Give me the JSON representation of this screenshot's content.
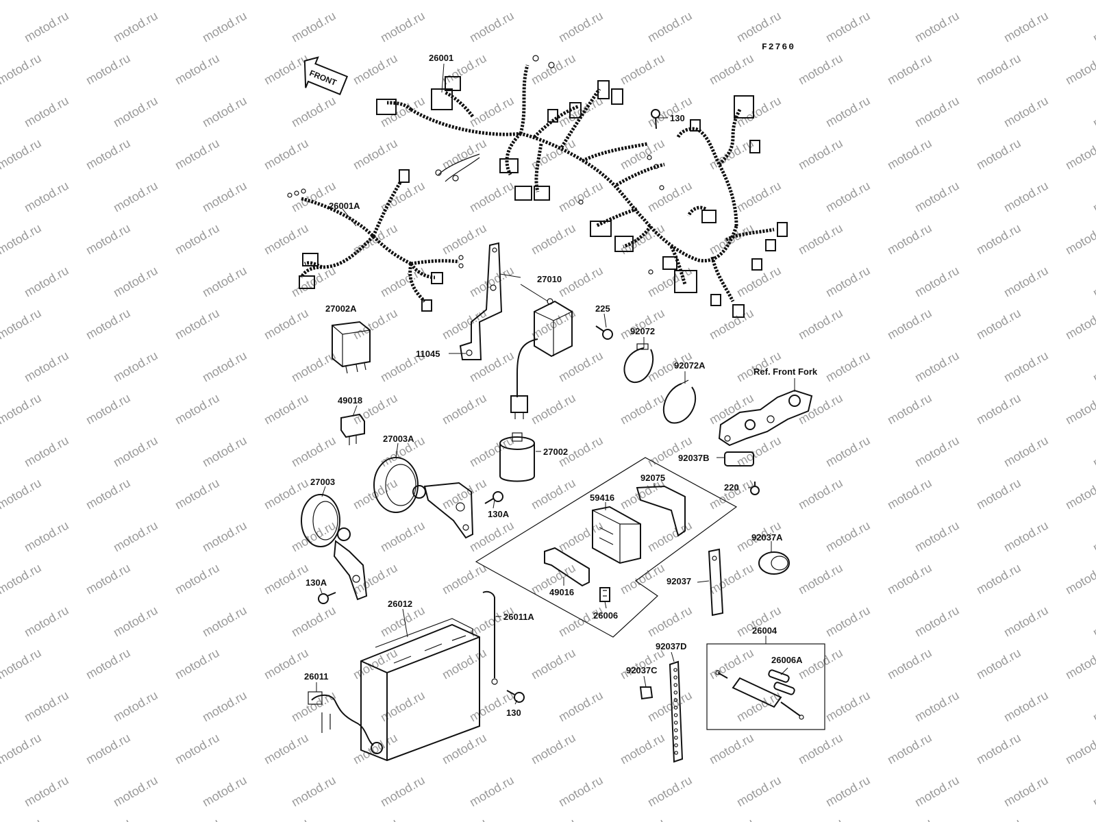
{
  "watermark": "motod.ru",
  "figure_code": "F2760",
  "front_arrow": "FRONT",
  "part_labels": {
    "p26001": "26001",
    "p26001A": "26001A",
    "p130_top": "130",
    "p27010": "27010",
    "p27002A": "27002A",
    "p225": "225",
    "p92072": "92072",
    "p11045": "11045",
    "p92072A": "92072A",
    "ref_front_fork": "Ref. Front Fork",
    "p49018": "49018",
    "p27003A": "27003A",
    "p27002": "27002",
    "p92037B": "92037B",
    "p92075": "92075",
    "p220": "220",
    "p27003": "27003",
    "p59416": "59416",
    "p130A_right": "130A",
    "p92037A": "92037A",
    "p92037": "92037",
    "p49016": "49016",
    "p130A_left": "130A",
    "p26006": "26006",
    "p26012": "26012",
    "p26011A": "26011A",
    "p26004": "26004",
    "p92037D": "92037D",
    "p26006A": "26006A",
    "p92037C": "92037C",
    "p26011": "26011",
    "p130_bottom": "130"
  }
}
